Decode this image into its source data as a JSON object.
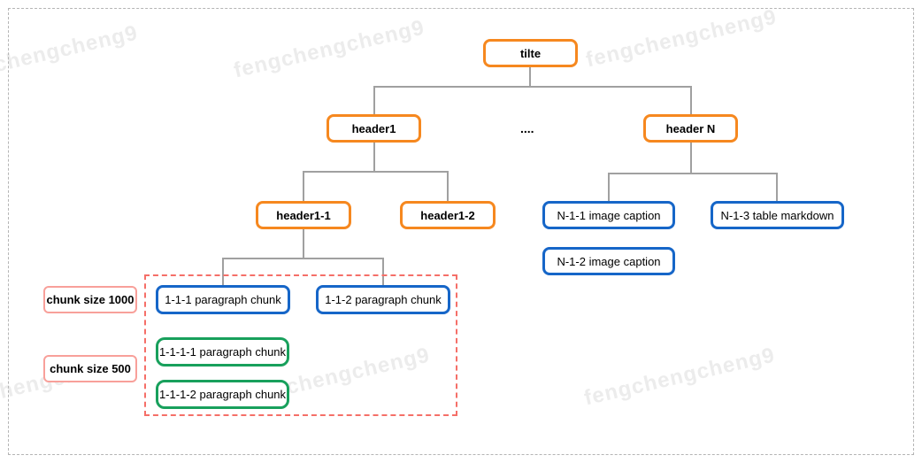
{
  "watermark_text": "fengchengcheng9",
  "colors": {
    "header_border": "#f6881f",
    "chunk_border": "#1666c8",
    "subchunk_border": "#18a05c",
    "annotation_border": "#f8a09a",
    "region_border": "#f56f68",
    "connector": "#a0a0a0"
  },
  "tree": {
    "root": "tilte",
    "ellipsis": "....",
    "header1": "header1",
    "headerN": "header N",
    "header1_1": "header1-1",
    "header1_2": "header1-2",
    "n_1_1": "N-1-1 image caption",
    "n_1_2": "N-1-2 image caption",
    "n_1_3": "N-1-3 table markdown",
    "c_1_1_1": "1-1-1 paragraph chunk",
    "c_1_1_2": "1-1-2 paragraph chunk",
    "c_1_1_1_1": "1-1-1-1 paragraph chunk",
    "c_1_1_1_2": "1-1-1-2 paragraph chunk"
  },
  "annotations": {
    "chunk_size_1000": "chunk size 1000",
    "chunk_size_500": "chunk size 500"
  }
}
